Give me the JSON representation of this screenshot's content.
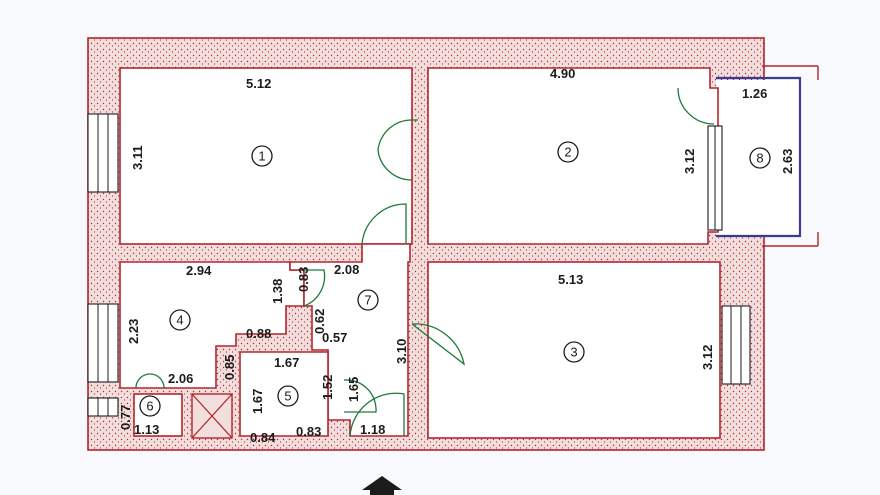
{
  "rooms": [
    {
      "id": "1",
      "label": "1"
    },
    {
      "id": "2",
      "label": "2"
    },
    {
      "id": "3",
      "label": "3"
    },
    {
      "id": "4",
      "label": "4"
    },
    {
      "id": "5",
      "label": "5"
    },
    {
      "id": "6",
      "label": "6"
    },
    {
      "id": "7",
      "label": "7"
    },
    {
      "id": "8",
      "label": "8"
    }
  ],
  "dimensions": {
    "r1_width": "5.12",
    "r1_height": "3.11",
    "r2_width": "4.90",
    "r2_height": "3.12",
    "r8_width": "1.26",
    "r8_height": "2.63",
    "r3_width": "5.13",
    "r3_height": "3.12",
    "r3_side": "3.10",
    "r4_width": "2.94",
    "r4_height": "2.23",
    "r4_niche_h": "1.38",
    "r4_niche_w": "0.83",
    "corridor_width": "2.08",
    "r5_top_notch": "0.88",
    "r5_notch_h": "0.62",
    "r5_notch_w": "0.57",
    "r5_left_notch": "0.85",
    "r5_width": "1.67",
    "r5_height": "1.67",
    "r5_inner_h": "1.52",
    "r5_door_h": "1.65",
    "r5_bottom_left": "0.84",
    "r5_bottom_right": "0.83",
    "r6_width": "2.06",
    "r6_small_h": "0.77",
    "r6_bottom": "1.13",
    "entrance": "1.18"
  },
  "colors": {
    "wall_stroke": "#b3262e",
    "wall_fill": "#f3dede",
    "door": "#1e7a3a",
    "balcony": "#3a3a9a"
  }
}
